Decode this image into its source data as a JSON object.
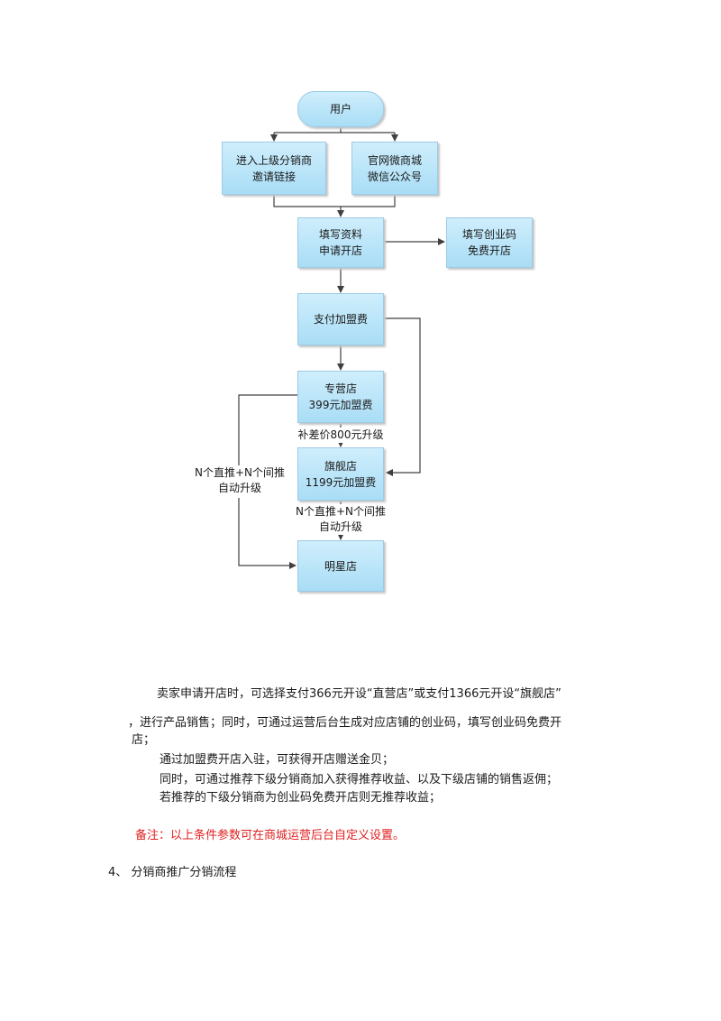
{
  "flowchart": {
    "start": "用户",
    "source_a": [
      "进入上级分销商",
      "邀请链接"
    ],
    "source_b": [
      "官网微商城",
      "微信公众号"
    ],
    "fill_info": [
      "填写资料",
      "申请开店"
    ],
    "fill_code": [
      "填写创业码",
      "免费开店"
    ],
    "pay_fee": "支付加盟费",
    "direct_store": [
      "专营店",
      "399元加盟费"
    ],
    "upgrade_diff": "补差价800元升级",
    "flagship_store": [
      "旗舰店",
      "1199元加盟费"
    ],
    "auto_upgrade_left": [
      "N个直推+N个间推",
      "自动升级"
    ],
    "auto_upgrade_mid": [
      "N个直推+N个间推",
      "自动升级"
    ],
    "star_store": "明星店"
  },
  "body": {
    "para1_line1": "卖家申请开店时，可选择支付366元开设“直营店”或支付1366元开设“旗舰店”",
    "para1_line2": "，进行产品销售；同时，可通过运营后台生成对应店铺的创业码，填写创业码免费开",
    "para1_line3": "店；",
    "item1": "通过加盟费开店入驻，可获得开店赠送金贝；",
    "item2": "同时，可通过推荐下级分销商加入获得推荐收益、以及下级店铺的销售返佣；",
    "item3": "若推荐的下级分销商为创业码免费开店则无推荐收益；",
    "note": "备注：以上条件参数可在商城运营后台自定义设置。",
    "section_heading": "4、 分销商推广分销流程"
  },
  "colors": {
    "node_fill": "#bfe7fa",
    "node_border": "#9ccbe6",
    "line": "#404040",
    "note": "#e02020"
  }
}
